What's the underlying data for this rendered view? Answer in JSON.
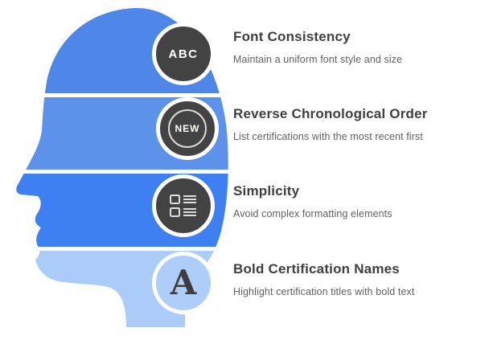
{
  "head": {
    "bands": [
      {
        "name": "band-1",
        "color": "#4e87e8"
      },
      {
        "name": "band-2",
        "color": "#5c92ea"
      },
      {
        "name": "band-3",
        "color": "#3e7ff2"
      },
      {
        "name": "band-4",
        "color": "#abcbf8"
      }
    ]
  },
  "items": [
    {
      "title": "Font Consistency",
      "description": "Maintain a uniform font style and size",
      "icon": "abc-icon",
      "icon_text": "ABC",
      "circle_color": "#434343",
      "icon_color": "#ffffff"
    },
    {
      "title": "Reverse Chronological Order",
      "description": "List certifications with the most recent first",
      "icon": "new-badge-icon",
      "icon_text": "NEW",
      "circle_color": "#434343",
      "icon_color": "#ffffff"
    },
    {
      "title": "Simplicity",
      "description": "Avoid complex formatting elements",
      "icon": "layout-list-icon",
      "icon_text": "",
      "circle_color": "#434343",
      "icon_color": "#dedede"
    },
    {
      "title": "Bold Certification Names",
      "description": "Highlight certification titles with bold text",
      "icon": "bold-letter-a-icon",
      "icon_text": "A",
      "circle_color": "#aecdf9",
      "icon_color": "#3d3d3d"
    }
  ]
}
